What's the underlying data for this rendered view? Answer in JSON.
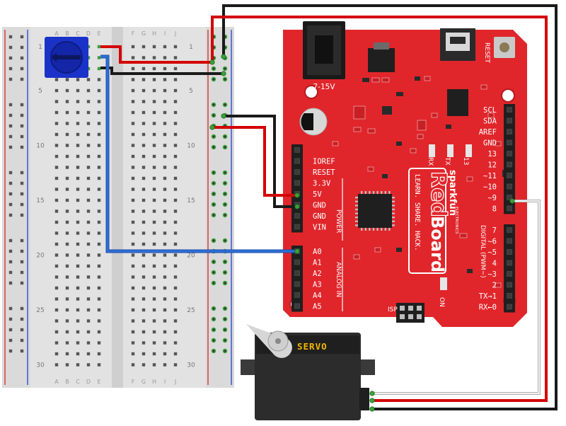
{
  "breadboard": {
    "letters": [
      "A",
      "B",
      "C",
      "D",
      "E",
      "F",
      "G",
      "H",
      "I",
      "J"
    ],
    "row_numbers": [
      "1",
      "5",
      "10",
      "15",
      "20",
      "25",
      "30"
    ],
    "rows": 30
  },
  "redboard": {
    "power_jack": "7-15V",
    "reset": "RESET",
    "brand_sparkfun": "sparkfun",
    "brand_electronics": "ELECTRONICS",
    "brand_red": "Red",
    "brand_board": "Board",
    "tagline": "LEARN. SHARE. HACK.",
    "left_header": [
      "IOREF",
      "RESET",
      "3.3V",
      "5V",
      "GND",
      "GND",
      "VIN"
    ],
    "power_label": "POWER",
    "analog_header": [
      "A0",
      "A1",
      "A2",
      "A3",
      "A4",
      "A5"
    ],
    "analog_label": "ANALOG IN",
    "right_top_header": [
      "SCL",
      "SDA",
      "AREF",
      "GND",
      "13",
      "12",
      "~11",
      "~10",
      "~9",
      "8"
    ],
    "right_bottom_header": [
      "7",
      "~6",
      "~5",
      "4",
      "~3",
      "2",
      "TX→1",
      "RX←0"
    ],
    "digital_label": "DIGITAL (PWM~)",
    "rx_label": "RX",
    "tx_label": "TX",
    "led13_label": "13",
    "isp_label": "ISP",
    "on_label": "ON"
  },
  "servo": {
    "label": "SERVO"
  },
  "colors": {
    "board_red": "#e0262b",
    "board_dark": "#b61b1f",
    "wire_red": "#d40000",
    "wire_black": "#1a1a1a",
    "wire_blue": "#2e6fd6",
    "wire_white": "#f2f2f2",
    "pot_blue": "#1a32c8",
    "rail_red": "#d33",
    "rail_blue": "#2a4fd0"
  }
}
